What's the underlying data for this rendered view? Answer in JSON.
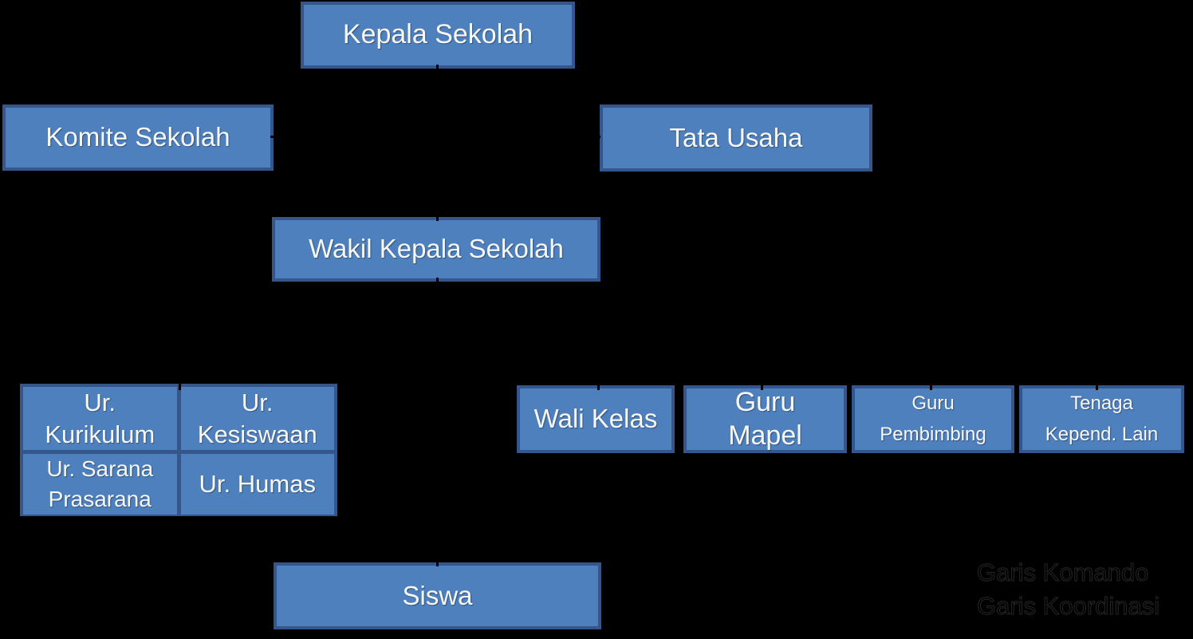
{
  "diagram": {
    "title_semantic": "School organizational chart",
    "colors": {
      "background": "#000000",
      "box_fill": "#4E80BD",
      "box_border": "#34568B",
      "box_text": "#F8F8F8",
      "connector": "#000000",
      "legend_text_outline": "#262626"
    }
  },
  "boxes": {
    "kepala": {
      "lines": [
        "Kepala Sekolah"
      ]
    },
    "komite": {
      "lines": [
        "Komite Sekolah"
      ]
    },
    "tata": {
      "lines": [
        "Tata Usaha"
      ]
    },
    "wakil": {
      "lines": [
        "Wakil Kepala Sekolah"
      ]
    },
    "ur_kurikulum": {
      "lines": [
        "Ur.",
        "Kurikulum"
      ]
    },
    "ur_kesiswaan": {
      "lines": [
        "Ur.",
        "Kesiswaan"
      ]
    },
    "ur_sarana": {
      "lines": [
        "Ur. Sarana",
        "Prasarana"
      ]
    },
    "ur_humas": {
      "lines": [
        "Ur. Humas"
      ]
    },
    "wali": {
      "lines": [
        "Wali Kelas"
      ]
    },
    "mapel": {
      "lines": [
        "Guru",
        "Mapel"
      ]
    },
    "pembimbing": {
      "lines": [
        "Guru",
        "Pembimbing"
      ]
    },
    "tenaga": {
      "lines": [
        "Tenaga",
        "Kepend. Lain"
      ]
    },
    "siswa": {
      "lines": [
        "Siswa"
      ]
    }
  },
  "legend": {
    "items": [
      {
        "label": "Garis Komando",
        "line_style": "solid"
      },
      {
        "label": "Garis Koordinasi",
        "line_style": "dashed"
      }
    ]
  }
}
